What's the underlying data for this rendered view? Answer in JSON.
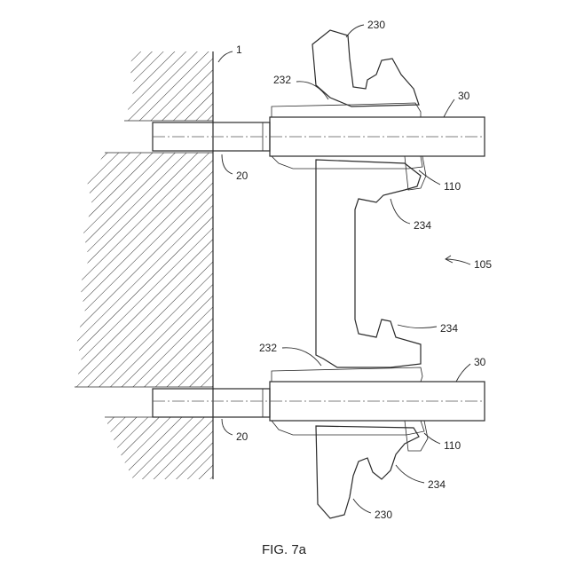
{
  "figure": {
    "caption": "FIG. 7a",
    "labels": {
      "wall": "1",
      "flange_top": "230",
      "flange_bottom": "230",
      "seal_top": "232",
      "seal_bottom": "232",
      "pipe_top": "30",
      "pipe_bottom": "30",
      "nipple_top": "20",
      "nipple_bottom": "20",
      "clamp_top": "110",
      "clamp_bottom": "110",
      "lip_top": "234",
      "lip_bottom_upper": "234",
      "lip_bottom_lower": "234",
      "assembly": "105"
    }
  }
}
